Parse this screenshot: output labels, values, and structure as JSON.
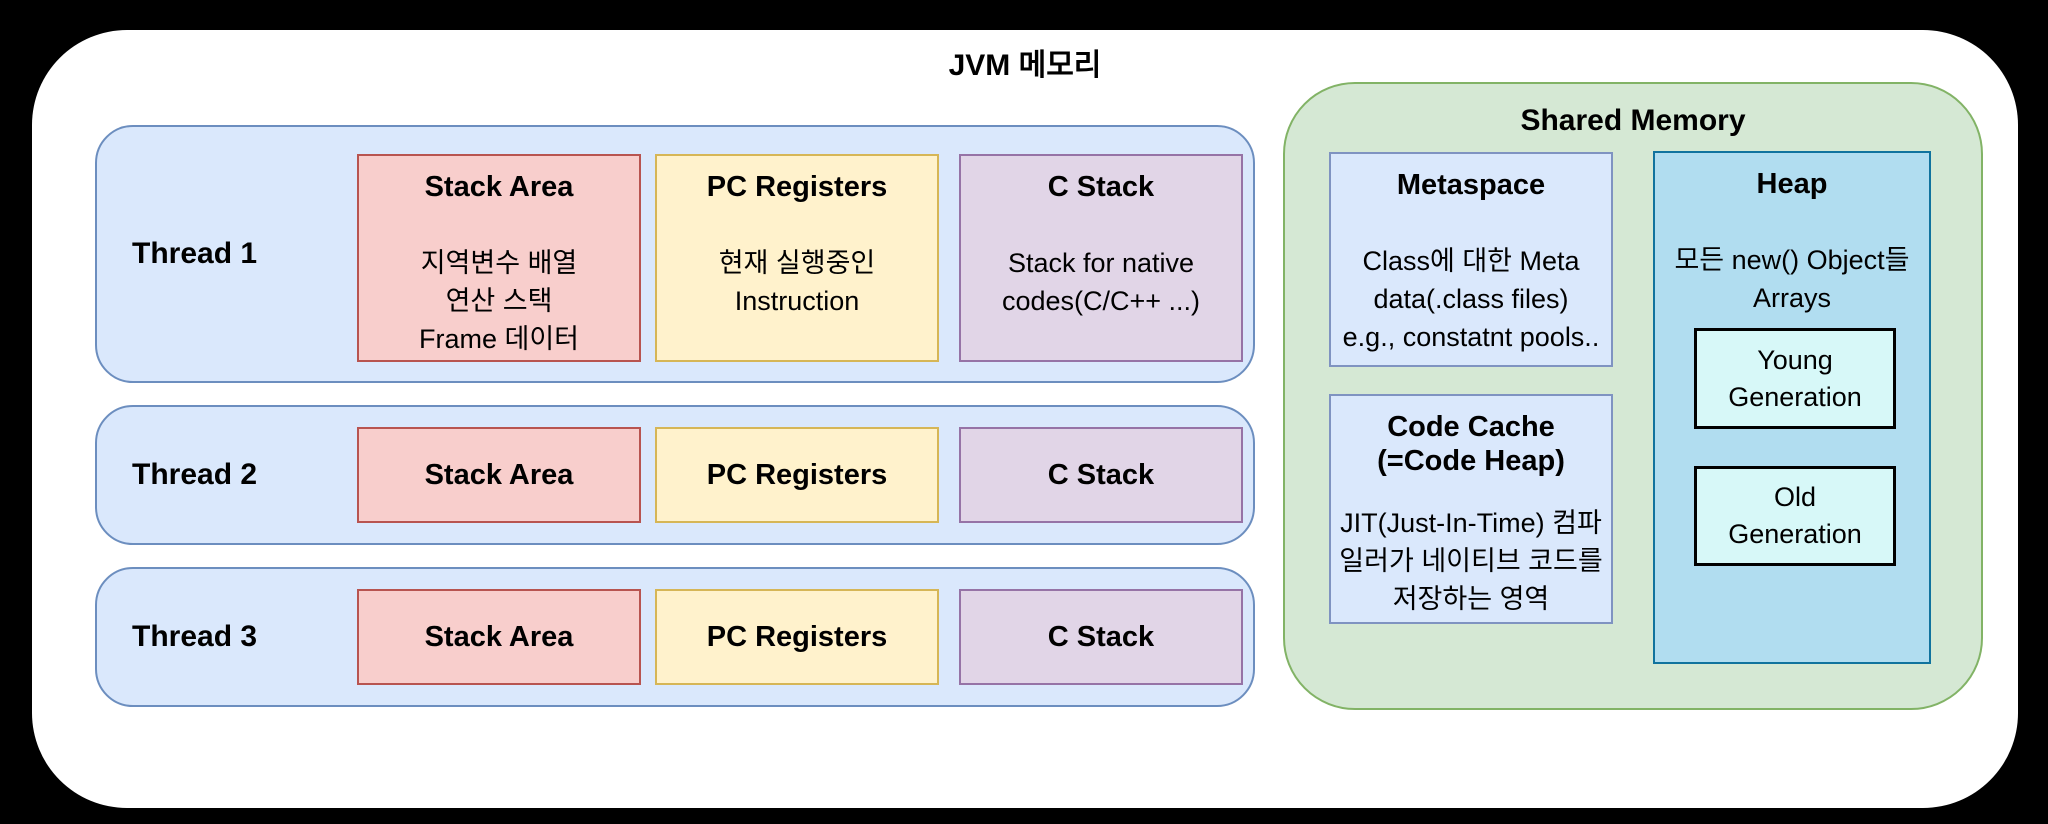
{
  "title": "JVM 메모리",
  "colors": {
    "outer_background": "#000000",
    "canvas": "#ffffff",
    "thread_fill": "#dae8fc",
    "thread_border": "#6c8ebf",
    "stack_area_fill": "#f8cecc",
    "stack_area_border": "#b85450",
    "pc_registers_fill": "#fff2cc",
    "pc_registers_border": "#d6b656",
    "c_stack_fill": "#e1d5e7",
    "c_stack_border": "#9673a6",
    "shared_memory_fill": "#d5e8d4",
    "shared_memory_border": "#82b366",
    "metaspace_fill": "#dae8fc",
    "heap_fill": "#b1ddf0",
    "heap_border": "#10739e",
    "generation_fill": "#d7f8f8"
  },
  "threads": [
    {
      "label": "Thread 1",
      "boxes": [
        {
          "title": "Stack Area",
          "lines": [
            "지역변수 배열",
            "연산 스택",
            "Frame 데이터"
          ]
        },
        {
          "title": "PC Registers",
          "lines": [
            "현재 실행중인",
            "Instruction"
          ]
        },
        {
          "title": "C Stack",
          "lines": [
            "Stack for native",
            "codes(C/C++ ...)"
          ]
        }
      ]
    },
    {
      "label": "Thread 2",
      "boxes": [
        {
          "title": "Stack Area"
        },
        {
          "title": "PC Registers"
        },
        {
          "title": "C Stack"
        }
      ]
    },
    {
      "label": "Thread 3",
      "boxes": [
        {
          "title": "Stack Area"
        },
        {
          "title": "PC Registers"
        },
        {
          "title": "C Stack"
        }
      ]
    }
  ],
  "shared_memory": {
    "title": "Shared Memory",
    "metaspace": {
      "title": "Metaspace",
      "lines": [
        "Class에 대한 Meta",
        "data(.class files)",
        "e.g., constatnt pools.."
      ]
    },
    "code_cache": {
      "title_lines": [
        "Code Cache",
        "(=Code Heap)"
      ],
      "lines": [
        "JIT(Just-In-Time) 컴파",
        "일러가 네이티브 코드를",
        "저장하는 영역"
      ]
    },
    "heap": {
      "title": "Heap",
      "lines": [
        "모든 new() Object들",
        "Arrays"
      ],
      "young_generation": {
        "lines": [
          "Young",
          "Generation"
        ]
      },
      "old_generation": {
        "lines": [
          "Old",
          "Generation"
        ]
      }
    }
  }
}
